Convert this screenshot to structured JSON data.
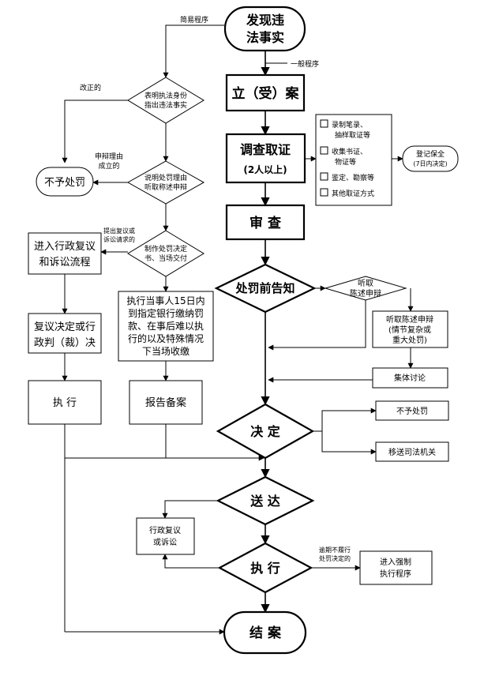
{
  "nodes": {
    "discover": [
      "发现违",
      "法事实"
    ],
    "file_case": "立（受）案",
    "investigate": [
      "调查取证",
      "(2人以上)"
    ],
    "evidence_opts": [
      "录制笔录、",
      "抽样取证等",
      "收集书证、",
      "物证等",
      "鉴定、勘察等",
      "其他取证方式"
    ],
    "register_preserve": [
      "登记保全",
      "(7日内决定)"
    ],
    "review": "审  查",
    "pre_notice": "处罚前告知",
    "hear_decision": [
      "听取",
      "陈述申辩"
    ],
    "hear_box": [
      "听取陈述申辩",
      "(情节复杂或",
      "重大处罚)"
    ],
    "collective": "集体讨论",
    "decide": "决  定",
    "no_penalty_right": "不予处罚",
    "transfer_judicial": "移送司法机关",
    "deliver": "送  达",
    "reconsider_right": [
      "行政复议",
      "或诉讼"
    ],
    "execute": "执  行",
    "enforce": [
      "进入强制",
      "执行程序"
    ],
    "close_case": "结  案",
    "show_id": [
      "表明执法身份",
      "指出违法事实"
    ],
    "explain": [
      "说明处罚理由",
      "听取称述申辩"
    ],
    "no_penalty_left": "不予处罚",
    "make_decision": [
      "制作处罚决定",
      "书、当场交付"
    ],
    "enter_review": [
      "进入行政复议",
      "和诉讼流程"
    ],
    "onsite_pay": [
      "执行当事人15日内",
      "到指定银行缴纳罚",
      "款、在事后难以执",
      "行的以及特殊情况",
      "下当场收缴"
    ],
    "review_result": [
      "复议决定或行",
      "政判（裁）决"
    ],
    "execute_left": "执    行",
    "report_file": "报告备案"
  },
  "edge_labels": {
    "simple": "简易程序",
    "general": "一般程序",
    "corrected": "改正的",
    "defense_reason": [
      "申辩理由",
      "成立的"
    ],
    "apply_review": [
      "提出复议或",
      "诉讼请求的"
    ],
    "overdue": [
      "逾期不履行",
      "处罚决定的"
    ]
  }
}
